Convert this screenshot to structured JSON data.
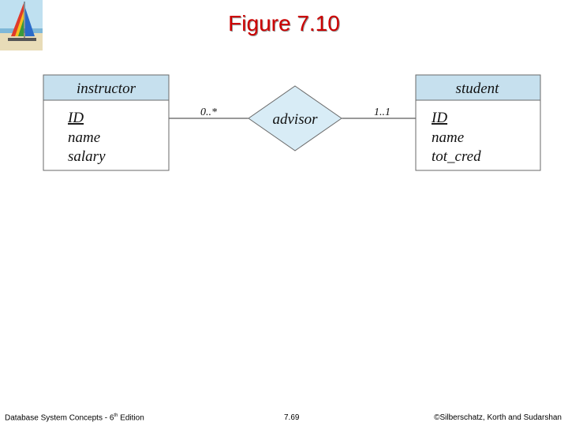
{
  "slide": {
    "title": "Figure 7.10"
  },
  "diagram": {
    "entities": [
      {
        "name": "instructor",
        "attributes": [
          "ID",
          "name",
          "salary"
        ],
        "primary_key": "ID"
      },
      {
        "name": "student",
        "attributes": [
          "ID",
          "name",
          "tot_cred"
        ],
        "primary_key": "ID"
      }
    ],
    "relationship": {
      "name": "advisor",
      "left_cardinality": "0..*",
      "right_cardinality": "1..1"
    },
    "colors": {
      "entity_header": "#c6e0ee",
      "relationship_fill": "#d8ecf6",
      "border": "#6a6a6a",
      "title": "#cc0000"
    }
  },
  "footer": {
    "left_prefix": "Database System Concepts - 6",
    "left_sup": "th",
    "left_suffix": " Edition",
    "center": "7.69",
    "right": "©Silberschatz, Korth and Sudarshan"
  }
}
